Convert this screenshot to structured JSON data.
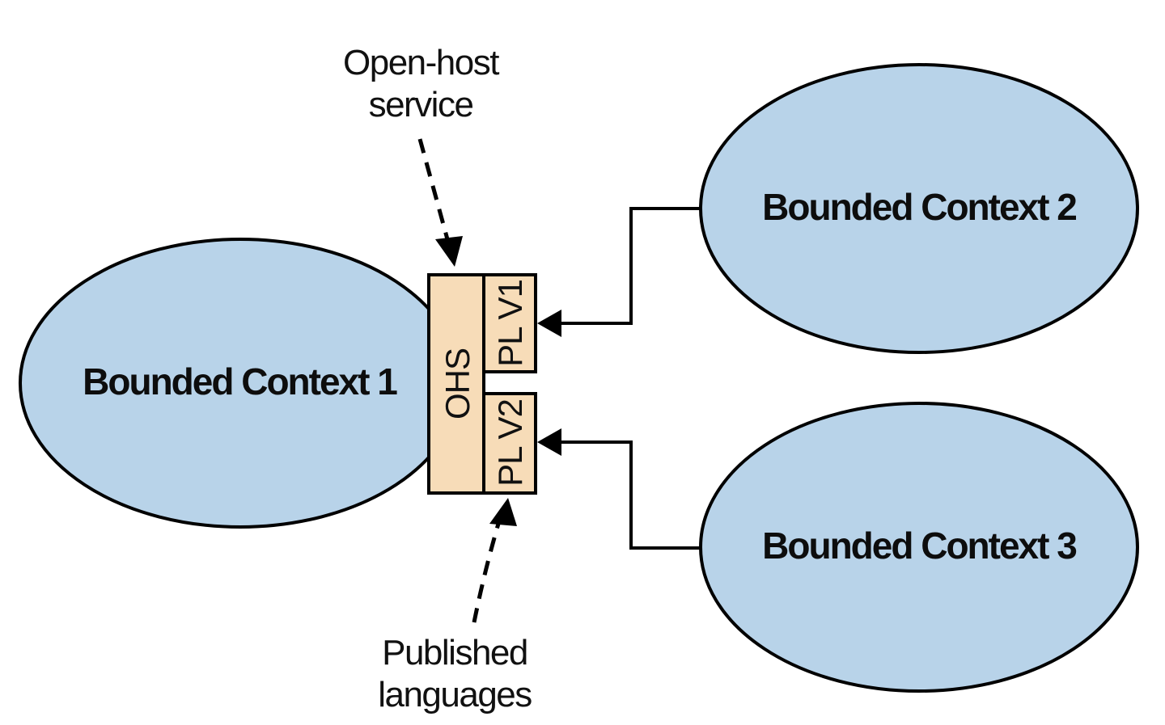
{
  "diagram": {
    "type": "context-map",
    "colors": {
      "context_fill": "#b8d3e9",
      "service_fill": "#f7dcb8",
      "stroke": "#000000"
    },
    "contexts": [
      {
        "id": "bc1",
        "label": "Bounded Context 1"
      },
      {
        "id": "bc2",
        "label": "Bounded Context 2"
      },
      {
        "id": "bc3",
        "label": "Bounded Context 3"
      }
    ],
    "service": {
      "label": "OHS",
      "languages": [
        {
          "id": "plv1",
          "label": "PL V1"
        },
        {
          "id": "plv2",
          "label": "PL V2"
        }
      ]
    },
    "annotations": {
      "open_host": [
        "Open-host",
        "service"
      ],
      "published": [
        "Published",
        "languages"
      ]
    },
    "connections": [
      {
        "from": "bc2",
        "to": "plv1"
      },
      {
        "from": "bc3",
        "to": "plv2"
      }
    ]
  }
}
